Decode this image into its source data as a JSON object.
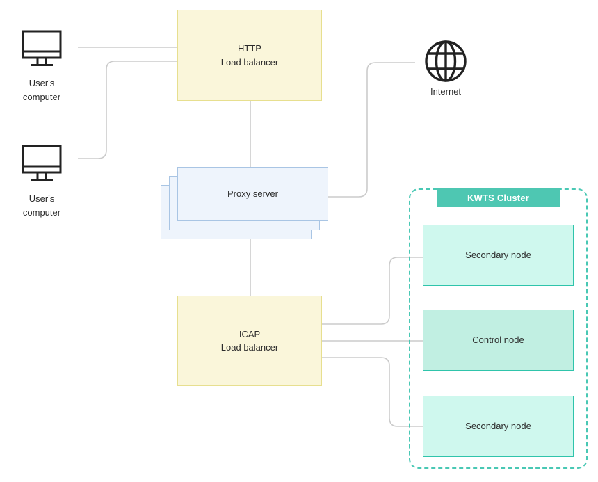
{
  "diagram": {
    "nodes": {
      "user_computer_1": {
        "icon": "monitor-icon",
        "label_line1": "User's",
        "label_line2": "computer"
      },
      "user_computer_2": {
        "icon": "monitor-icon",
        "label_line1": "User's",
        "label_line2": "computer"
      },
      "http_load_balancer": {
        "label_line1": "HTTP",
        "label_line2": "Load balancer"
      },
      "proxy_server": {
        "label": "Proxy server"
      },
      "internet": {
        "icon": "globe-icon",
        "label": "Internet"
      },
      "icap_load_balancer": {
        "label_line1": "ICAP",
        "label_line2": "Load balancer"
      },
      "kwts_cluster": {
        "header_label": "KWTS Cluster"
      },
      "secondary_node_top": {
        "label": "Secondary node"
      },
      "control_node": {
        "label": "Control node"
      },
      "secondary_node_bottom": {
        "label": "Secondary node"
      }
    },
    "colors": {
      "yellow_fill": "#faf6da",
      "yellow_border": "#e7df8f",
      "blue_fill": "#eef4fc",
      "blue_border": "#a9c5e4",
      "teal_fill_light": "#cff8ee",
      "teal_fill_dark": "#c1efe2",
      "teal_border": "#2fc4ab",
      "cluster_header_bg": "#4ec7b2",
      "cluster_dash": "#49c8b4",
      "wire": "#cbcbcb",
      "icon_stroke": "#222222",
      "text": "#2b2b2b"
    }
  }
}
